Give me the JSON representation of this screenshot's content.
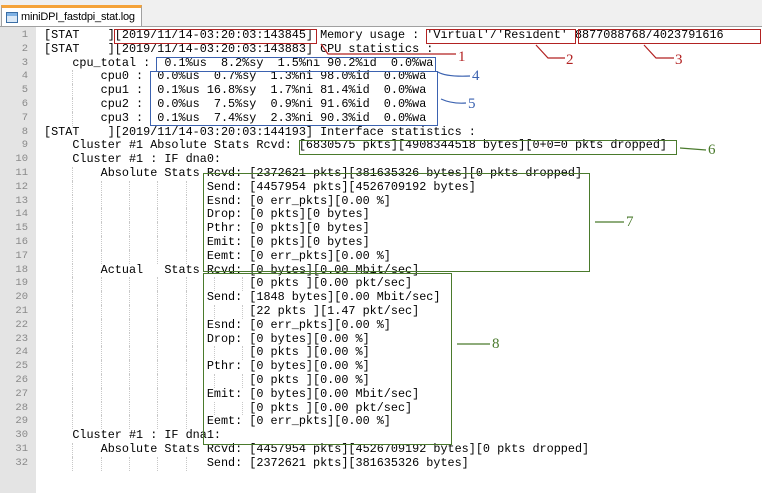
{
  "tab": {
    "title": "miniDPI_fastdpi_stat.log",
    "icon": "text-file-icon"
  },
  "lines": [
    {
      "n": "1",
      "text": "[STAT    ][2019/11/14-03:20:03:143845] Memory usage : 'Virtual'/'Resident' 8877088768/4023791616"
    },
    {
      "n": "2",
      "text": "[STAT    ][2019/11/14-03:20:03:143883] CPU statistics :"
    },
    {
      "n": "3",
      "text": "    cpu_total :  0.1%us  8.2%sy  1.5%ni 90.2%id  0.0%wa"
    },
    {
      "n": "4",
      "text": "        cpu0 :  0.0%us  0.7%sy  1.3%ni 98.0%id  0.0%wa"
    },
    {
      "n": "5",
      "text": "        cpu1 :  0.1%us 16.8%sy  1.7%ni 81.4%id  0.0%wa"
    },
    {
      "n": "6",
      "text": "        cpu2 :  0.0%us  7.5%sy  0.9%ni 91.6%id  0.0%wa"
    },
    {
      "n": "7",
      "text": "        cpu3 :  0.1%us  7.4%sy  2.3%ni 90.3%id  0.0%wa"
    },
    {
      "n": "8",
      "text": "[STAT    ][2019/11/14-03:20:03:144193] Interface statistics :"
    },
    {
      "n": "9",
      "text": "    Cluster #1 Absolute Stats Rcvd: [6830575 pkts][4908344518 bytes][0+0=0 pkts dropped]"
    },
    {
      "n": "10",
      "text": "    Cluster #1 : IF dna0:"
    },
    {
      "n": "11",
      "text": "        Absolute Stats Rcvd: [2372621 pkts][381635326 bytes][0 pkts dropped]"
    },
    {
      "n": "12",
      "text": "                       Send: [4457954 pkts][4526709192 bytes]"
    },
    {
      "n": "13",
      "text": "                       Esnd: [0 err_pkts][0.00 %]"
    },
    {
      "n": "14",
      "text": "                       Drop: [0 pkts][0 bytes]"
    },
    {
      "n": "15",
      "text": "                       Pthr: [0 pkts][0 bytes]"
    },
    {
      "n": "16",
      "text": "                       Emit: [0 pkts][0 bytes]"
    },
    {
      "n": "17",
      "text": "                       Eemt: [0 err_pkts][0.00 %]"
    },
    {
      "n": "18",
      "text": "        Actual   Stats Rcvd: [0 bytes][0.00 Mbit/sec]"
    },
    {
      "n": "19",
      "text": "                             [0 pkts ][0.00 pkt/sec]"
    },
    {
      "n": "20",
      "text": "                       Send: [1848 bytes][0.00 Mbit/sec]"
    },
    {
      "n": "21",
      "text": "                             [22 pkts ][1.47 pkt/sec]"
    },
    {
      "n": "22",
      "text": "                       Esnd: [0 err_pkts][0.00 %]"
    },
    {
      "n": "23",
      "text": "                       Drop: [0 bytes][0.00 %]"
    },
    {
      "n": "24",
      "text": "                             [0 pkts ][0.00 %]"
    },
    {
      "n": "25",
      "text": "                       Pthr: [0 bytes][0.00 %]"
    },
    {
      "n": "26",
      "text": "                             [0 pkts ][0.00 %]"
    },
    {
      "n": "27",
      "text": "                       Emit: [0 bytes][0.00 Mbit/sec]"
    },
    {
      "n": "28",
      "text": "                             [0 pkts ][0.00 pkt/sec]"
    },
    {
      "n": "29",
      "text": "                       Eemt: [0 err_pkts][0.00 %]"
    },
    {
      "n": "30",
      "text": "    Cluster #1 : IF dna1:"
    },
    {
      "n": "31",
      "text": "        Absolute Stats Rcvd: [4457954 pkts][4526709192 bytes][0 pkts dropped]"
    },
    {
      "n": "32",
      "text": "                       Send: [2372621 pkts][381635326 bytes]"
    }
  ],
  "annotations": {
    "a1": "1",
    "a2": "2",
    "a3": "3",
    "a4": "4",
    "a5": "5",
    "a6": "6",
    "a7": "7",
    "a8": "8"
  },
  "colors": {
    "red": "#b22222",
    "blue": "#3b62b0",
    "green": "#4a7a2c",
    "tab_accent": "#f5a33a"
  }
}
